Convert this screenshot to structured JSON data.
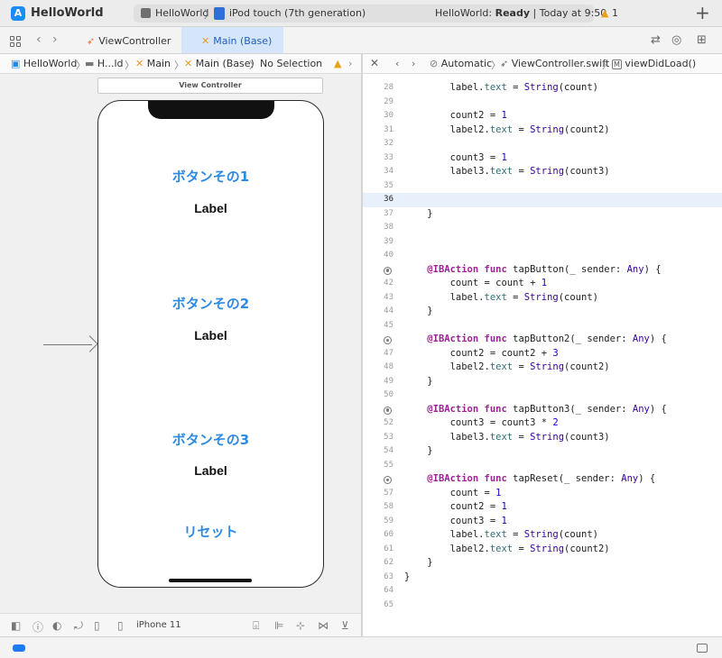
{
  "window": {
    "app_title": "HelloWorld"
  },
  "toolbar": {
    "scheme_target": "HelloWorld",
    "device": "iPod touch (7th generation)",
    "status_app": "HelloWorld:",
    "status_state": "Ready",
    "status_time": "Today at 9:50",
    "warning_count": "1",
    "add_label": "+"
  },
  "tabs": [
    {
      "label": "ViewController"
    },
    {
      "label": "Main (Base)"
    }
  ],
  "left_jumpbar": {
    "items": [
      "HelloWorld",
      "H...ld",
      "Main",
      "Main (Base)",
      "No Selection"
    ]
  },
  "right_jumpbar": {
    "items": [
      "Automatic",
      "ViewController.swift",
      "viewDidLoad()"
    ]
  },
  "storyboard": {
    "scene_title": "View Controller",
    "button1": "ボタンその1",
    "label1": "Label",
    "button2": "ボタンその2",
    "label2": "Label",
    "button3": "ボタンその3",
    "label3": "Label",
    "reset": "リセット"
  },
  "ib_toolbar": {
    "device_name": "iPhone 11"
  },
  "code": {
    "current_line": 36,
    "lines": [
      {
        "n": "28",
        "t": "        label.text = String(count)"
      },
      {
        "n": "29",
        "t": ""
      },
      {
        "n": "30",
        "t": "        count2 = 1"
      },
      {
        "n": "31",
        "t": "        label2.text = String(count2)"
      },
      {
        "n": "32",
        "t": ""
      },
      {
        "n": "33",
        "t": "        count3 = 1"
      },
      {
        "n": "34",
        "t": "        label3.text = String(count3)"
      },
      {
        "n": "35",
        "t": ""
      },
      {
        "n": "36",
        "t": ""
      },
      {
        "n": "37",
        "t": "    }"
      },
      {
        "n": "38",
        "t": ""
      },
      {
        "n": "39",
        "t": ""
      },
      {
        "n": "40",
        "t": ""
      },
      {
        "n": "41",
        "t": "    @IBAction func tapButton(_ sender: Any) {",
        "dot": true
      },
      {
        "n": "42",
        "t": "        count = count + 1"
      },
      {
        "n": "43",
        "t": "        label.text = String(count)"
      },
      {
        "n": "44",
        "t": "    }"
      },
      {
        "n": "45",
        "t": ""
      },
      {
        "n": "46",
        "t": "    @IBAction func tapButton2(_ sender: Any) {",
        "dot": true
      },
      {
        "n": "47",
        "t": "        count2 = count2 + 3"
      },
      {
        "n": "48",
        "t": "        label2.text = String(count2)"
      },
      {
        "n": "49",
        "t": "    }"
      },
      {
        "n": "50",
        "t": ""
      },
      {
        "n": "51",
        "t": "    @IBAction func tapButton3(_ sender: Any) {",
        "dot": true
      },
      {
        "n": "52",
        "t": "        count3 = count3 * 2"
      },
      {
        "n": "53",
        "t": "        label3.text = String(count3)"
      },
      {
        "n": "54",
        "t": "    }"
      },
      {
        "n": "55",
        "t": ""
      },
      {
        "n": "56",
        "t": "    @IBAction func tapReset(_ sender: Any) {",
        "dot": true
      },
      {
        "n": "57",
        "t": "        count = 1"
      },
      {
        "n": "58",
        "t": "        count2 = 1"
      },
      {
        "n": "59",
        "t": "        count3 = 1"
      },
      {
        "n": "60",
        "t": "        label.text = String(count)"
      },
      {
        "n": "61",
        "t": "        label2.text = String(count2)"
      },
      {
        "n": "62",
        "t": "    }"
      },
      {
        "n": "63",
        "t": "}"
      },
      {
        "n": "64",
        "t": ""
      },
      {
        "n": "65",
        "t": ""
      }
    ]
  }
}
